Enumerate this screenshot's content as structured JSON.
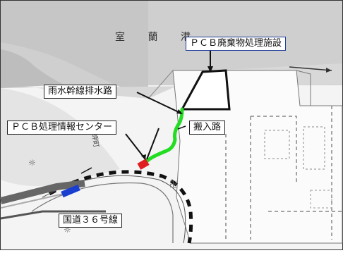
{
  "map": {
    "harbor_name": "室 蘭 港",
    "labels": {
      "pcb_facility": "ＰＣＢ廃棄物処理施設",
      "drain": "雨水幹線排水路",
      "info_center": "ＰＣＢ処理情報センター",
      "access_road": "搬入路",
      "route36": "国道３６号線"
    },
    "colors": {
      "access_road": "#22dd22",
      "info_center": "#e02020",
      "route36_marker": "#1a3fd0",
      "facility_outline": "#111111"
    }
  }
}
